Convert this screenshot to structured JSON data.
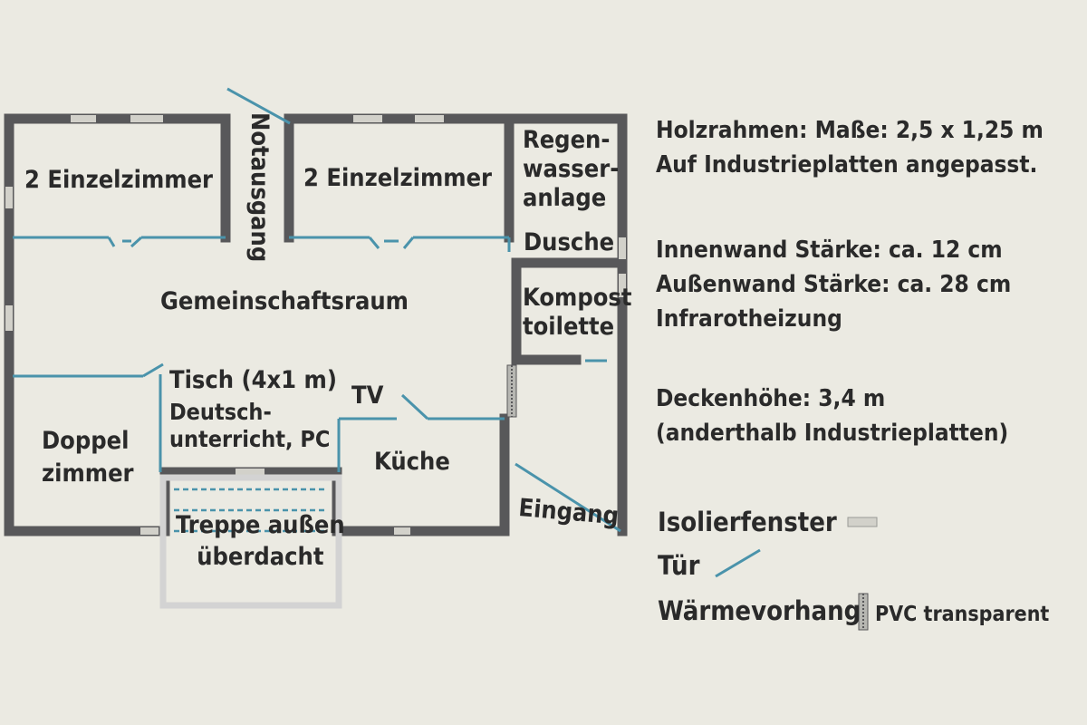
{
  "rooms": {
    "einzel_left": "2 Einzelzimmer",
    "einzel_right": "2 Einzelzimmer",
    "notausgang": "Notausgang",
    "regen": [
      "Regen-",
      "wasser-",
      "anlage"
    ],
    "dusche": "Dusche",
    "kompost": [
      "Kompost",
      "toilette"
    ],
    "gemeinschaft": "Gemeinschaftsraum",
    "tisch": "Tisch (4x1 m)",
    "deutsch": [
      "Deutsch-",
      "unterricht, PC"
    ],
    "tv": "TV",
    "doppel": [
      "Doppel",
      "zimmer"
    ],
    "kueche": "Küche",
    "treppe": [
      "Treppe außen",
      "überdacht"
    ],
    "eingang": "Eingang"
  },
  "notes": [
    "Holzrahmen: Maße: 2,5 x 1,25 m",
    "Auf Industrieplatten angepasst.",
    "Innenwand  Stärke: ca. 12 cm",
    "Außenwand Stärke: ca. 28 cm",
    "Infrarotheizung",
    "Deckenhöhe: 3,4 m",
    "(anderthalb Industrieplatten)"
  ],
  "legend": {
    "fenster": "Isolierfenster",
    "tuer": "Tür",
    "vorhang": "Wärmevorhang",
    "pvc": "PVC transparent"
  },
  "colors": {
    "background": "#ebeae2",
    "outer_wall": "#58585a",
    "inner_wall": "#4a93ab",
    "window": "#d2d1ca",
    "stair_outline": "#d3d3d3"
  }
}
